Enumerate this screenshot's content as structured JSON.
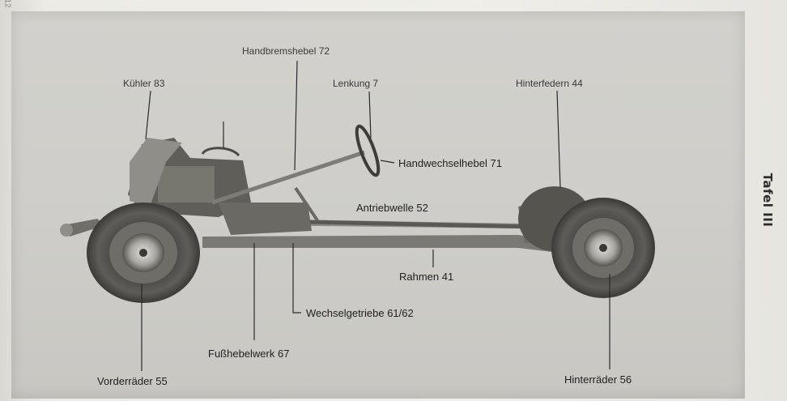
{
  "page_number": "12",
  "plate_title": "Tafel III",
  "labels": {
    "handbremshebel": "Handbremshebel 72",
    "kuehler": "Kühler 83",
    "lenkung": "Lenkung 7",
    "hinterfedern": "Hinterfedern 44",
    "handwechselhebel": "Handwechselhebel 71",
    "antriebwelle": "Antriebwelle 52",
    "rahmen": "Rahmen 41",
    "wechselgetriebe": "Wechselgetriebe 61/62",
    "fusshebelwerk": "Fußhebelwerk 67",
    "vorderraeder": "Vorderräder 55",
    "hinterraeder": "Hinterräder 56"
  },
  "colors": {
    "background": "#c8c7c2",
    "text": "#1f1f1f",
    "chassis": "#6b6a66"
  }
}
